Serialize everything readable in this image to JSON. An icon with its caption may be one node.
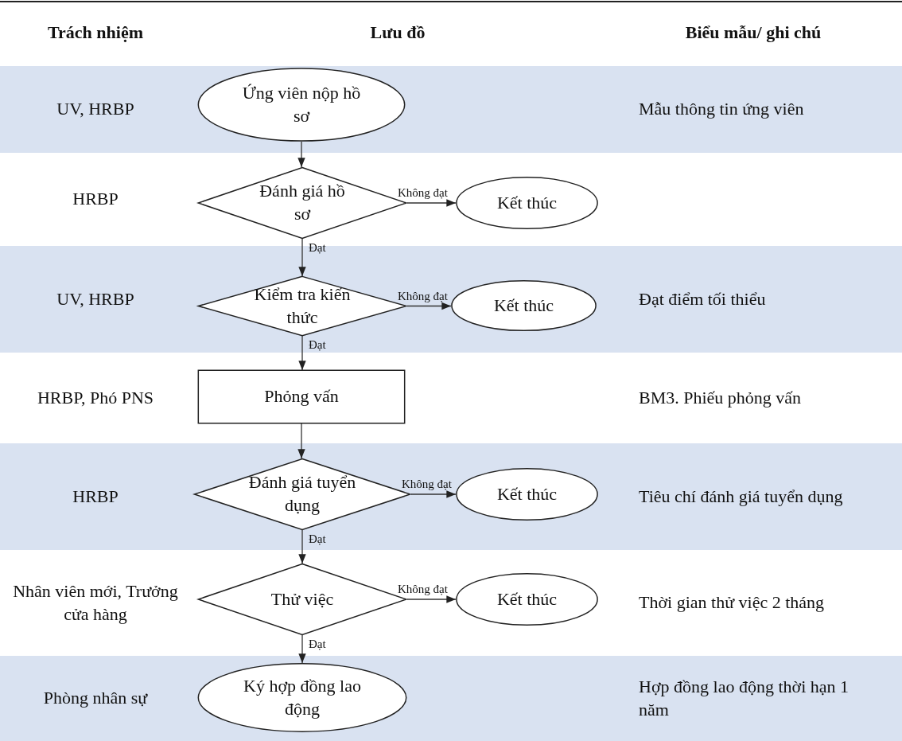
{
  "diagram": {
    "nodes": [
      {
        "text": [
          "Ứng viên nộp hồ sơ"
        ]
      },
      {
        "text": [
          "Đánh giá hồ sơ"
        ]
      },
      {
        "text": [
          "Kết thúc"
        ]
      },
      {
        "text": [
          "Kiểm tra kiến thức"
        ]
      },
      {
        "text": [
          "Kết thúc"
        ]
      },
      {
        "text": [
          "Phỏng vấn"
        ]
      },
      {
        "text": [
          "Đánh giá tuyển dụng"
        ]
      },
      {
        "text": [
          "Kết thúc"
        ]
      },
      {
        "text": [
          "Thử việc"
        ]
      },
      {
        "text": [
          "Kết thúc"
        ]
      },
      {
        "text": [
          "Ký hợp đồng lao động"
        ]
      }
    ],
    "edges": [
      {
        "from": 0,
        "to": 1,
        "arrow": "to"
      },
      {
        "from": 1,
        "to": 2,
        "arrow": "to",
        "label": "Không đạt"
      },
      {
        "from": 1,
        "to": 3,
        "arrow": "to",
        "label": "Đạt"
      },
      {
        "from": 3,
        "to": 4,
        "arrow": "to",
        "label": "Không đạt"
      },
      {
        "from": 3,
        "to": 5,
        "arrow": "to",
        "label": "Đạt"
      },
      {
        "from": 5,
        "to": 6,
        "arrow": "to"
      },
      {
        "from": 6,
        "to": 7,
        "arrow": "to",
        "label": "Không đạt"
      },
      {
        "from": 6,
        "to": 8,
        "arrow": "to",
        "label": "Đạt"
      },
      {
        "from": 8,
        "to": 9,
        "arrow": "to",
        "label": "Không đạt"
      },
      {
        "from": 8,
        "to": 10,
        "arrow": "to",
        "label": "Đạt"
      }
    ],
    "labels": [
      "Trách nhiệm",
      "Lưu đồ",
      "Biểu mẫu/ ghi chú",
      "UV, HRBP",
      "Mẫu thông tin ứng viên",
      "HRBP",
      "UV, HRBP",
      "Đạt điểm tối thiểu",
      "HRBP, Phó PNS",
      "BM3. Phiếu phỏng vấn",
      "HRBP",
      "Tiêu chí đánh giá tuyển dụng",
      "Nhân viên mới, Trưởng cửa hàng",
      "Thời gian thử việc 2 tháng",
      "Phòng nhân sự",
      "Hợp đồng lao động thời hạn 1 năm"
    ]
  }
}
